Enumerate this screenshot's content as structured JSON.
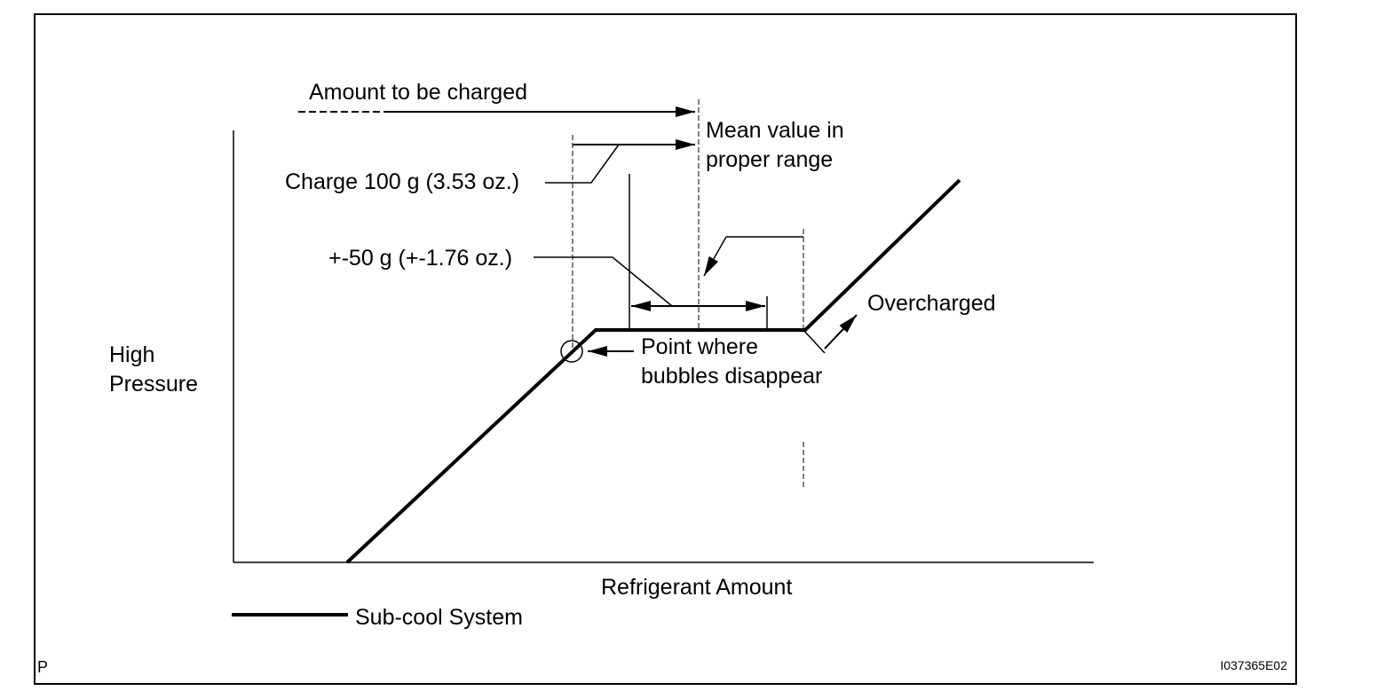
{
  "labels": {
    "amount_to_be_charged": "Amount to be charged",
    "mean_value_line1": "Mean value in",
    "mean_value_line2": "proper range",
    "charge_100g": "Charge 100 g (3.53 oz.)",
    "plus_minus_50g": "+-50 g (+-1.76 oz.)",
    "overcharged": "Overcharged",
    "point_where_line1": "Point where",
    "point_where_line2": "bubbles disappear",
    "y_axis_line1": "High",
    "y_axis_line2": "Pressure",
    "x_axis": "Refrigerant Amount",
    "legend": "Sub-cool System",
    "corner_left": "P",
    "figure_id": "I037365E02"
  },
  "colors": {
    "ink": "#000000",
    "background": "#ffffff"
  }
}
